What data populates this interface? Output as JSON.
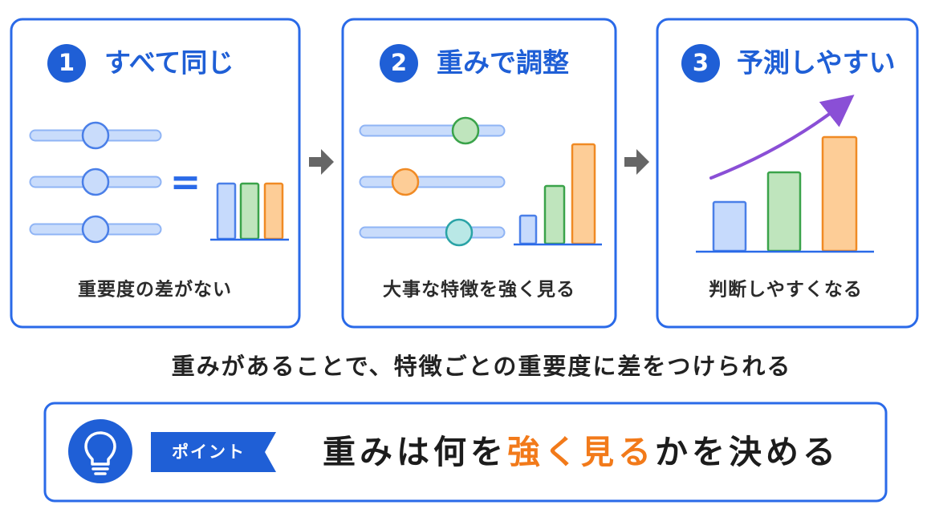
{
  "colors": {
    "accent_blue": "#1f5fd6",
    "box_border": "#2a6ae8",
    "slider_track": "#c9dcfb",
    "slider_track_edge": "#8fb4f5",
    "bar_blue": "#c6dafc",
    "bar_blue_edge": "#4a7fe8",
    "bar_green": "#bfe5bd",
    "bar_green_edge": "#3aa34a",
    "bar_orange": "#fdcd97",
    "bar_orange_edge": "#f08a24",
    "trend_purple": "#8a4fd6",
    "highlight_orange": "#f27a1a",
    "arrow_gray": "#666666"
  },
  "steps": [
    {
      "number": "1",
      "title": "すべて同じ",
      "caption": "重要度の差がない",
      "sliders": [
        {
          "position": 0.5,
          "color": "blue"
        },
        {
          "position": 0.5,
          "color": "blue"
        },
        {
          "position": 0.5,
          "color": "blue"
        }
      ],
      "equals_sign": "=",
      "bars": [
        {
          "color": "blue",
          "level": 1.0
        },
        {
          "color": "green",
          "level": 1.0
        },
        {
          "color": "orange",
          "level": 1.0
        }
      ]
    },
    {
      "number": "2",
      "title": "重みで調整",
      "caption": "大事な特徴を強く見る",
      "sliders": [
        {
          "position": 0.75,
          "color": "green"
        },
        {
          "position": 0.3,
          "color": "orange"
        },
        {
          "position": 0.7,
          "color": "teal"
        }
      ],
      "bars": [
        {
          "color": "blue",
          "level": 0.28
        },
        {
          "color": "green",
          "level": 0.58
        },
        {
          "color": "orange",
          "level": 1.0
        }
      ]
    },
    {
      "number": "3",
      "title": "予測しやすい",
      "caption": "判断しやすくなる",
      "bars": [
        {
          "color": "blue",
          "level": 0.43
        },
        {
          "color": "green",
          "level": 0.69
        },
        {
          "color": "orange",
          "level": 1.0
        }
      ],
      "trend_icon": "trend-arrow-icon"
    }
  ],
  "summary": "重みがあることで、特徴ごとの重要度に差をつけられる",
  "point": {
    "icon": "lightbulb-icon",
    "badge": "ポイント",
    "before": "重みは何を",
    "highlight": "強く見る",
    "after": "かを決める"
  }
}
